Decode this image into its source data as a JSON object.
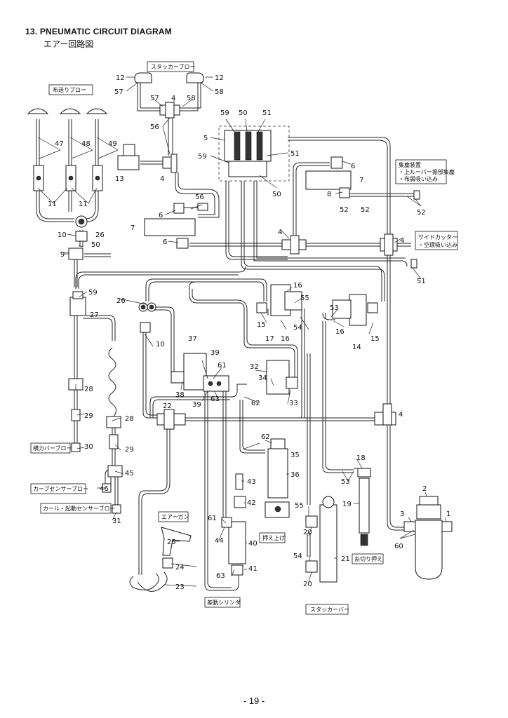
{
  "header": {
    "title": "13. PNEUMATIC CIRCUIT DIAGRAM",
    "subtitle": "エアー回路図"
  },
  "page_number": "- 19 -",
  "boxes": {
    "stacker_blow": "スタッカーブロー",
    "cloth_feed_blow": "布送りブロー",
    "dust_collector_l1": "集塵装置",
    "dust_collector_l2": "・上ルーパー振部集塵",
    "dust_collector_l3": "・布屑吸い込み",
    "side_cutter_l1": "サイドカッター",
    "side_cutter_l2": "・空環吸い込み",
    "side_cover_blow": "横カバーブロー",
    "curve_sensor_blow": "カーブセンサーブロー",
    "curl_sensor_blow": "カール・起動センサーブロー",
    "air_gun": "エアーガン",
    "presser_lift": "押え上げ",
    "thread_cut_presser": "糸切り押え",
    "differential_cylinder": "差動シリンダ",
    "stacker_bar": "スタッカーバー"
  },
  "labels": {
    "n1": "1",
    "n2": "2",
    "n3": "3",
    "n4": "4",
    "n5": "5",
    "n6": "6",
    "n7": "7",
    "n8": "8",
    "n9": "9",
    "n10": "10",
    "n11": "11",
    "n12": "12",
    "n13": "13",
    "n14": "14",
    "n15": "15",
    "n16": "16",
    "n17": "17",
    "n18": "18",
    "n19": "19",
    "n20": "20",
    "n21": "21",
    "n22": "22",
    "n23": "23",
    "n24": "24",
    "n25": "25",
    "n26": "26",
    "n27": "27",
    "n28": "28",
    "n29": "29",
    "n30": "30",
    "n31": "31",
    "n32": "32",
    "n33": "33",
    "n34": "34",
    "n35": "35",
    "n36": "36",
    "n37": "37",
    "n38": "38",
    "n39": "39",
    "n40": "40",
    "n41": "41",
    "n42": "42",
    "n43": "43",
    "n44": "44",
    "n45": "45",
    "n46": "46",
    "n47": "47",
    "n48": "48",
    "n49": "49",
    "n50": "50",
    "n51": "51",
    "n52": "52",
    "n53": "53",
    "n54": "54",
    "n55": "55",
    "n56": "56",
    "n57": "57",
    "n58": "58",
    "n59": "59",
    "n60": "60",
    "n61": "61",
    "n62": "62",
    "n63": "63"
  }
}
